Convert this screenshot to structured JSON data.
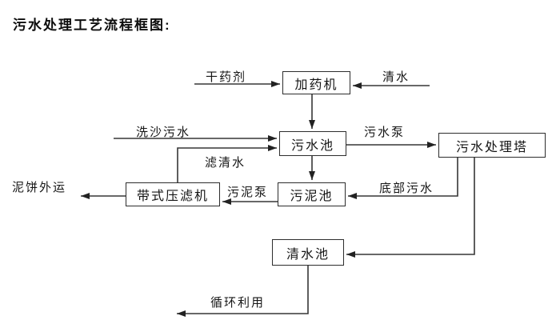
{
  "title": "污水处理工艺流程框图:",
  "colors": {
    "background": "#ffffff",
    "line": "#373737",
    "text": "#141414",
    "box_border": "#2d2d2d"
  },
  "diagram": {
    "type": "flowchart",
    "nodes": [
      {
        "id": "dosing-machine",
        "label": "加药机"
      },
      {
        "id": "sewage-pool",
        "label": "污水池"
      },
      {
        "id": "sewage-treatment-tower",
        "label": "污水处理塔"
      },
      {
        "id": "sludge-pool",
        "label": "污泥池"
      },
      {
        "id": "belt-filter-press",
        "label": "带式压滤机"
      },
      {
        "id": "clear-water-pool",
        "label": "清水池"
      }
    ],
    "edge_labels": [
      {
        "id": "dry-chemical",
        "label": "干药剂"
      },
      {
        "id": "clear-water",
        "label": "清水"
      },
      {
        "id": "sand-washing-sewage",
        "label": "洗沙污水"
      },
      {
        "id": "sewage-pump",
        "label": "污水泵"
      },
      {
        "id": "filtered-water",
        "label": "滤清水"
      },
      {
        "id": "sludge-pump",
        "label": "污泥泵"
      },
      {
        "id": "bottom-sewage",
        "label": "底部污水"
      },
      {
        "id": "mud-cake-out",
        "label": "泥饼外运"
      },
      {
        "id": "recycling",
        "label": "循环利用"
      }
    ],
    "flows": [
      "干药剂 → 加药机",
      "清水 → 加药机",
      "加药机 → 污水池",
      "洗沙污水 → 污水池",
      "带式压滤机 →(滤清水)→ 污水池",
      "污水池 →(污水泵)→ 污水处理塔",
      "污水池 → 污泥池",
      "污水处理塔 →(底部污水)→ 污泥池",
      "污水处理塔 → 清水池",
      "污泥池 →(污泥泵)→ 带式压滤机",
      "带式压滤机 → 泥饼外运",
      "清水池 →(循环利用)→ 外部"
    ]
  }
}
